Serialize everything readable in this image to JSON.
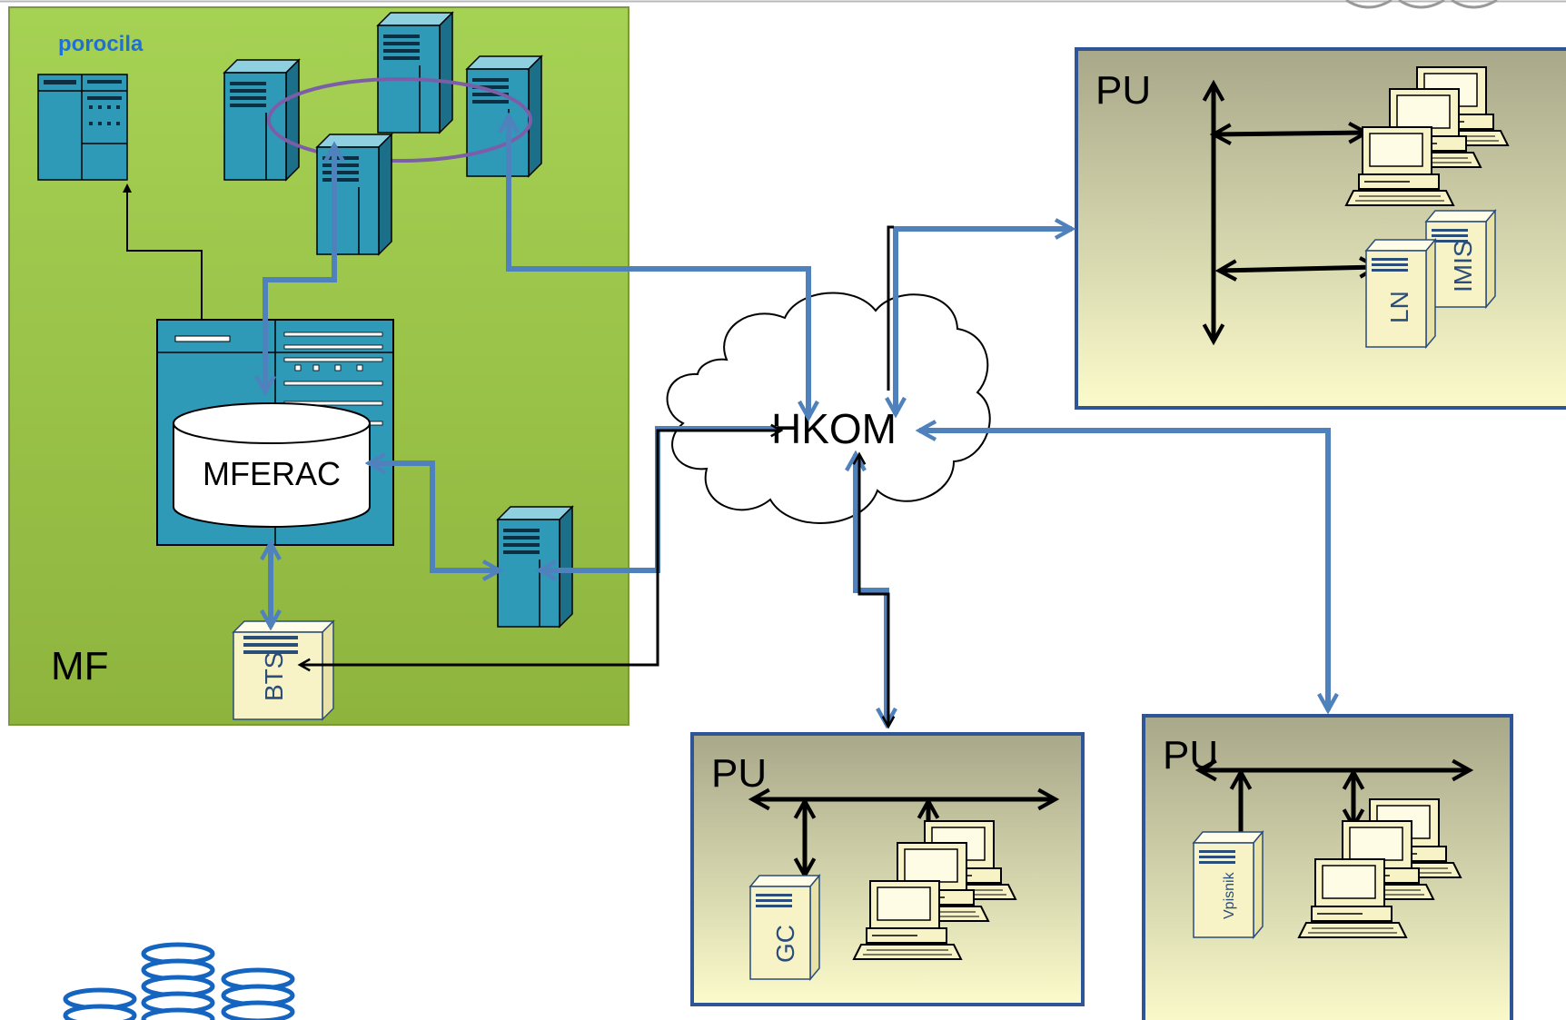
{
  "labels": {
    "reports": "porocila",
    "mf": "MF",
    "database": "MFERAC",
    "network": "HKOM",
    "bts": "BTS",
    "pu_right": "PU",
    "pu_bottom_left": "PU",
    "pu_bottom_right": "PU",
    "ln": "LN",
    "imis": "IMIS",
    "gc": "GC",
    "vpisnik": "Vpisnik"
  },
  "colors": {
    "mf_zone": "#9bc94a",
    "pu_zone_top": "#a8a888",
    "pu_zone_bottom": "#f8f8c8",
    "server_blue": "#2e9ab8",
    "link_blue": "#4f81bd",
    "ring_purple": "#7b5ea7",
    "beige_server": "#f7f3c6"
  }
}
